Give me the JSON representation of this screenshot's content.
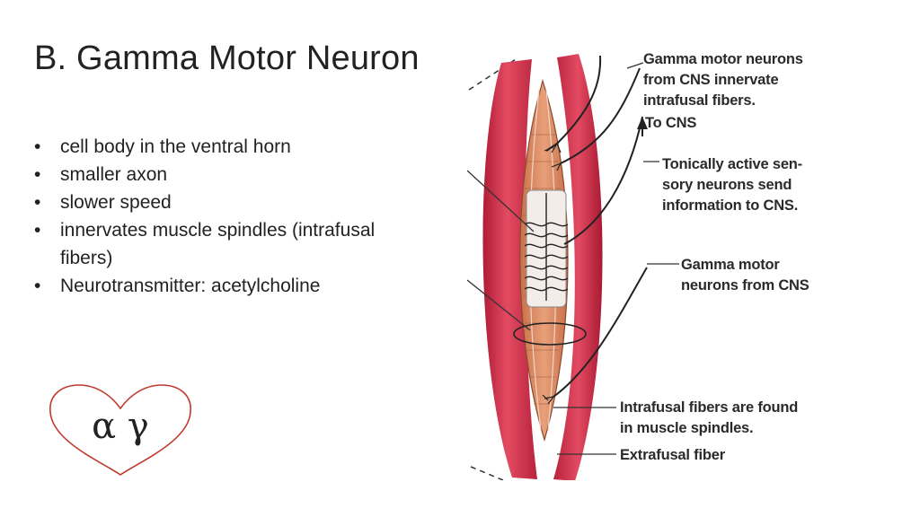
{
  "slide": {
    "title": "B. Gamma Motor Neuron",
    "bullets": [
      "cell body in the ventral horn",
      "smaller axon",
      "slower speed",
      "innervates muscle spindles (intrafusal fibers)",
      "Neurotransmitter: acetylcholine"
    ],
    "heart_text": "α γ"
  },
  "figure": {
    "labels": {
      "gamma_innervate": [
        "Gamma motor neurons",
        "from CNS innervate",
        "intrafusal fibers."
      ],
      "to_cns": "To CNS",
      "tonically": [
        "Tonically active sen-",
        "sory neurons send",
        "information to CNS."
      ],
      "gamma_from_cns": [
        "Gamma motor",
        "neurons from CNS"
      ],
      "intrafusal_found": [
        "Intrafusal fibers are found",
        "in muscle spindles."
      ],
      "extrafusal": "Extrafusal fiber"
    }
  },
  "colors": {
    "muscle_red": "#d9364f",
    "muscle_dark": "#b01c36",
    "spindle_orange": "#d98a64",
    "heart_stroke": "#c0392b"
  }
}
